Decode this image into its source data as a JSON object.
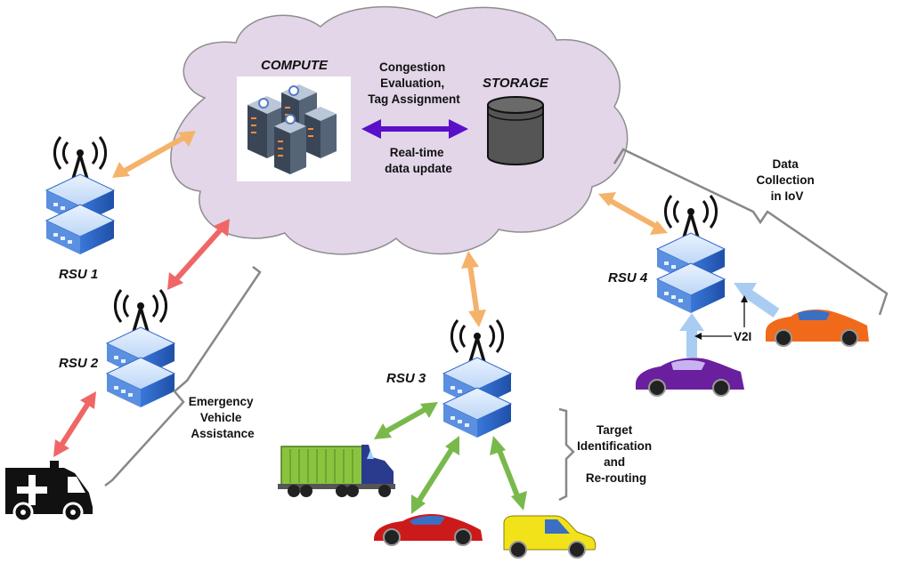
{
  "cloud": {
    "compute_label": "COMPUTE",
    "storage_label": "STORAGE",
    "process_lines": [
      "Congestion",
      "Evaluation,",
      "Tag Assignment"
    ],
    "update_lines": [
      "Real-time",
      "data update"
    ]
  },
  "rsus": [
    {
      "label": "RSU 1"
    },
    {
      "label": "RSU 2"
    },
    {
      "label": "RSU 3"
    },
    {
      "label": "RSU 4"
    }
  ],
  "annotations": {
    "emergency_lines": [
      "Emergency",
      "Vehicle",
      "Assistance"
    ],
    "target_lines": [
      "Target",
      "Identification",
      "and",
      "Re-routing"
    ],
    "data_collection_lines": [
      "Data",
      "Collection",
      "in IoV"
    ],
    "v2i_label": "V2I"
  },
  "colors": {
    "cloud_fill": "#e2d6e8",
    "cloud_stroke": "#8e8e8e",
    "orange_arrow": "#f5b26b",
    "red_arrow": "#f06666",
    "green_arrow": "#79b94b",
    "purple_arrow": "#5a0fc8",
    "blue_arrow": "#a9cdf2",
    "rsu_blue": "#2f66c8",
    "rsu_light": "#dbe9fb"
  },
  "icons": {
    "rsu": "antenna-tower-icon",
    "server": "server-rack-icon",
    "storage": "database-cylinder-icon",
    "ambulance": "ambulance-icon",
    "truck": "truck-icon",
    "car": "car-icon",
    "van": "van-icon"
  }
}
